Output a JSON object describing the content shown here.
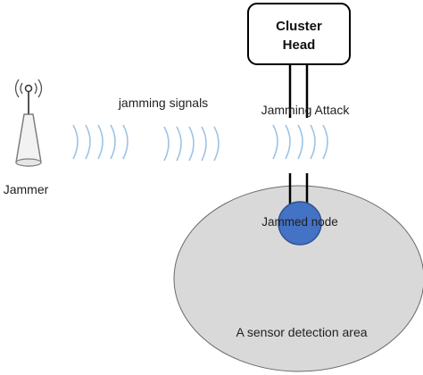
{
  "labels": {
    "cluster_head_line1": "Cluster",
    "cluster_head_line2": "Head",
    "jammer": "Jammer",
    "jamming_signals": "jamming signals",
    "jamming_attack": "Jamming Attack",
    "jammed_node": "Jammed node",
    "detection_area": "A sensor detection area"
  },
  "colors": {
    "area_fill": "#d9d9d9",
    "area_stroke": "#6b6b6b",
    "node_fill": "#4472c4",
    "node_stroke": "#2f528f",
    "wave": "#9dc3e6",
    "link": "#000000",
    "head_stroke": "#000000",
    "jammer_body": "#f2f2f2",
    "jammer_stroke": "#7f7f7f"
  },
  "icons": {
    "jammer": "jammer-tower-icon",
    "antenna_waves": "signal-waves-icon"
  }
}
